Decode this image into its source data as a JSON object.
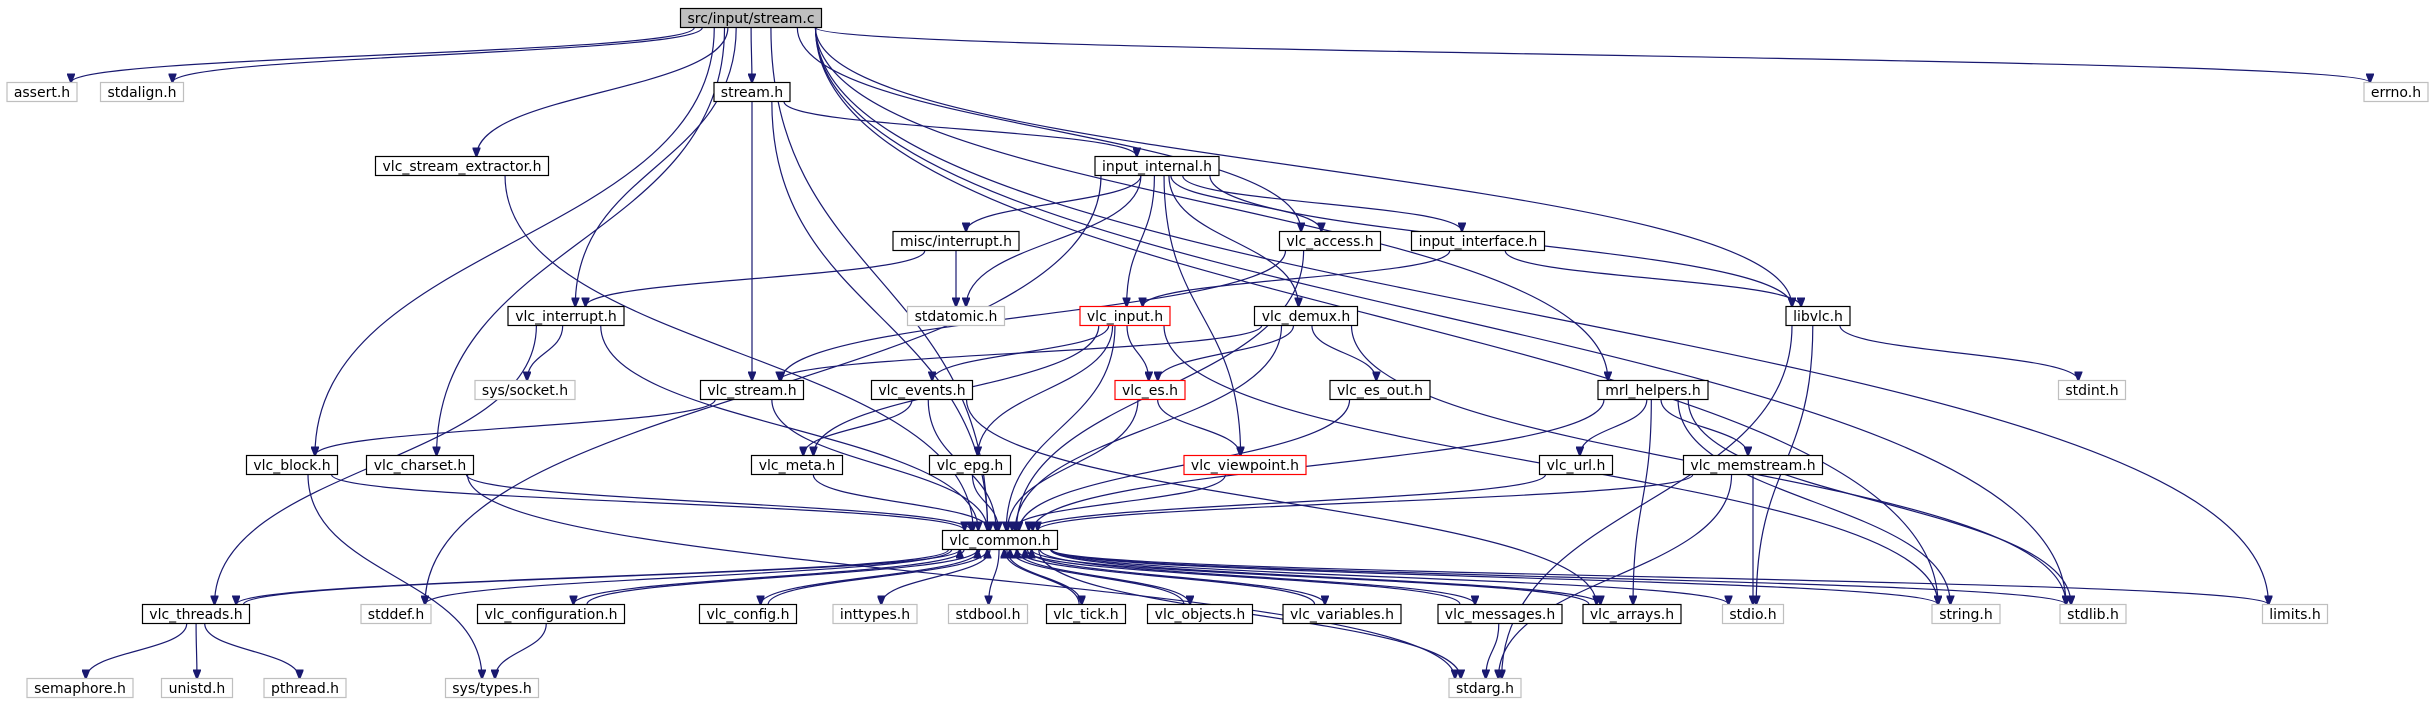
{
  "colors": {
    "edge": "#191970",
    "documented_border": "#000000",
    "undocumented_border": "#bfbfbf",
    "truncated_border": "#ff0000",
    "root_fill": "#bfbfbf",
    "background": "#ffffff"
  },
  "nodes": [
    {
      "id": "root",
      "label": "src/input/stream.c",
      "kind": "root"
    },
    {
      "id": "assert",
      "label": "assert.h",
      "kind": "missing"
    },
    {
      "id": "stdalign",
      "label": "stdalign.h",
      "kind": "missing"
    },
    {
      "id": "stream_h",
      "label": "stream.h",
      "kind": "normal"
    },
    {
      "id": "errno",
      "label": "errno.h",
      "kind": "missing"
    },
    {
      "id": "vlc_stream_extractor",
      "label": "vlc_stream_extractor.h",
      "kind": "normal"
    },
    {
      "id": "input_internal",
      "label": "input_internal.h",
      "kind": "normal"
    },
    {
      "id": "misc_interrupt",
      "label": "misc/interrupt.h",
      "kind": "normal"
    },
    {
      "id": "vlc_access",
      "label": "vlc_access.h",
      "kind": "normal"
    },
    {
      "id": "input_interface",
      "label": "input_interface.h",
      "kind": "normal"
    },
    {
      "id": "vlc_interrupt",
      "label": "vlc_interrupt.h",
      "kind": "normal"
    },
    {
      "id": "stdatomic",
      "label": "stdatomic.h",
      "kind": "missing"
    },
    {
      "id": "vlc_input",
      "label": "vlc_input.h",
      "kind": "truncated"
    },
    {
      "id": "vlc_demux",
      "label": "vlc_demux.h",
      "kind": "normal"
    },
    {
      "id": "libvlc",
      "label": "libvlc.h",
      "kind": "normal"
    },
    {
      "id": "sys_socket",
      "label": "sys/socket.h",
      "kind": "missing"
    },
    {
      "id": "stdint",
      "label": "stdint.h",
      "kind": "missing"
    },
    {
      "id": "vlc_stream",
      "label": "vlc_stream.h",
      "kind": "normal"
    },
    {
      "id": "vlc_events",
      "label": "vlc_events.h",
      "kind": "normal"
    },
    {
      "id": "vlc_es",
      "label": "vlc_es.h",
      "kind": "truncated"
    },
    {
      "id": "vlc_es_out",
      "label": "vlc_es_out.h",
      "kind": "normal"
    },
    {
      "id": "mrl_helpers",
      "label": "mrl_helpers.h",
      "kind": "normal"
    },
    {
      "id": "vlc_block",
      "label": "vlc_block.h",
      "kind": "normal"
    },
    {
      "id": "vlc_charset",
      "label": "vlc_charset.h",
      "kind": "normal"
    },
    {
      "id": "vlc_meta",
      "label": "vlc_meta.h",
      "kind": "normal"
    },
    {
      "id": "vlc_epg",
      "label": "vlc_epg.h",
      "kind": "normal"
    },
    {
      "id": "vlc_viewpoint",
      "label": "vlc_viewpoint.h",
      "kind": "truncated"
    },
    {
      "id": "vlc_url",
      "label": "vlc_url.h",
      "kind": "normal"
    },
    {
      "id": "vlc_memstream",
      "label": "vlc_memstream.h",
      "kind": "normal"
    },
    {
      "id": "vlc_common",
      "label": "vlc_common.h",
      "kind": "normal"
    },
    {
      "id": "vlc_threads",
      "label": "vlc_threads.h",
      "kind": "normal"
    },
    {
      "id": "stddef",
      "label": "stddef.h",
      "kind": "missing"
    },
    {
      "id": "vlc_configuration",
      "label": "vlc_configuration.h",
      "kind": "normal"
    },
    {
      "id": "vlc_config",
      "label": "vlc_config.h",
      "kind": "normal"
    },
    {
      "id": "inttypes",
      "label": "inttypes.h",
      "kind": "missing"
    },
    {
      "id": "stdbool",
      "label": "stdbool.h",
      "kind": "missing"
    },
    {
      "id": "vlc_tick",
      "label": "vlc_tick.h",
      "kind": "normal"
    },
    {
      "id": "vlc_objects",
      "label": "vlc_objects.h",
      "kind": "normal"
    },
    {
      "id": "vlc_variables",
      "label": "vlc_variables.h",
      "kind": "normal"
    },
    {
      "id": "vlc_messages",
      "label": "vlc_messages.h",
      "kind": "normal"
    },
    {
      "id": "vlc_arrays",
      "label": "vlc_arrays.h",
      "kind": "normal"
    },
    {
      "id": "stdio",
      "label": "stdio.h",
      "kind": "missing"
    },
    {
      "id": "string",
      "label": "string.h",
      "kind": "missing"
    },
    {
      "id": "stdlib",
      "label": "stdlib.h",
      "kind": "missing"
    },
    {
      "id": "limits",
      "label": "limits.h",
      "kind": "missing"
    },
    {
      "id": "semaphore",
      "label": "semaphore.h",
      "kind": "missing"
    },
    {
      "id": "unistd",
      "label": "unistd.h",
      "kind": "missing"
    },
    {
      "id": "pthread",
      "label": "pthread.h",
      "kind": "missing"
    },
    {
      "id": "sys_types",
      "label": "sys/types.h",
      "kind": "missing"
    },
    {
      "id": "stdarg",
      "label": "stdarg.h",
      "kind": "missing"
    }
  ],
  "edges": [
    [
      "root",
      "assert"
    ],
    [
      "root",
      "stdalign"
    ],
    [
      "root",
      "stream_h"
    ],
    [
      "root",
      "errno"
    ],
    [
      "root",
      "vlc_stream_extractor"
    ],
    [
      "root",
      "vlc_access"
    ],
    [
      "root",
      "vlc_interrupt"
    ],
    [
      "root",
      "libvlc"
    ],
    [
      "root",
      "vlc_block"
    ],
    [
      "root",
      "vlc_charset"
    ],
    [
      "root",
      "vlc_common"
    ],
    [
      "root",
      "mrl_helpers"
    ],
    [
      "root",
      "string"
    ],
    [
      "root",
      "stdlib"
    ],
    [
      "root",
      "limits"
    ],
    [
      "stream_h",
      "input_internal"
    ],
    [
      "stream_h",
      "vlc_stream"
    ],
    [
      "stream_h",
      "vlc_common"
    ],
    [
      "vlc_stream_extractor",
      "vlc_common"
    ],
    [
      "input_internal",
      "misc_interrupt"
    ],
    [
      "input_internal",
      "vlc_access"
    ],
    [
      "input_internal",
      "input_interface"
    ],
    [
      "input_internal",
      "stdatomic"
    ],
    [
      "input_internal",
      "vlc_input"
    ],
    [
      "input_internal",
      "vlc_demux"
    ],
    [
      "input_internal",
      "libvlc"
    ],
    [
      "input_internal",
      "vlc_viewpoint"
    ],
    [
      "input_internal",
      "stddef"
    ],
    [
      "misc_interrupt",
      "vlc_interrupt"
    ],
    [
      "misc_interrupt",
      "stdatomic"
    ],
    [
      "vlc_access",
      "vlc_stream"
    ],
    [
      "vlc_access",
      "vlc_common"
    ],
    [
      "input_interface",
      "vlc_input"
    ],
    [
      "input_interface",
      "libvlc"
    ],
    [
      "vlc_interrupt",
      "sys_socket"
    ],
    [
      "vlc_interrupt",
      "vlc_threads"
    ],
    [
      "vlc_interrupt",
      "vlc_common"
    ],
    [
      "vlc_input",
      "vlc_es"
    ],
    [
      "vlc_input",
      "vlc_events"
    ],
    [
      "vlc_input",
      "vlc_epg"
    ],
    [
      "vlc_input",
      "vlc_meta"
    ],
    [
      "vlc_input",
      "vlc_common"
    ],
    [
      "vlc_input",
      "string"
    ],
    [
      "vlc_demux",
      "vlc_stream"
    ],
    [
      "vlc_demux",
      "vlc_es"
    ],
    [
      "vlc_demux",
      "vlc_es_out"
    ],
    [
      "vlc_demux",
      "vlc_common"
    ],
    [
      "vlc_demux",
      "stdlib"
    ],
    [
      "libvlc",
      "stdint"
    ],
    [
      "libvlc",
      "stdio"
    ],
    [
      "libvlc",
      "stdarg"
    ],
    [
      "vlc_stream",
      "vlc_block"
    ],
    [
      "vlc_stream",
      "vlc_common"
    ],
    [
      "vlc_events",
      "vlc_meta"
    ],
    [
      "vlc_events",
      "vlc_common"
    ],
    [
      "vlc_events",
      "vlc_arrays"
    ],
    [
      "vlc_es",
      "vlc_viewpoint"
    ],
    [
      "vlc_es",
      "vlc_common"
    ],
    [
      "vlc_es_out",
      "vlc_common"
    ],
    [
      "mrl_helpers",
      "vlc_url"
    ],
    [
      "mrl_helpers",
      "vlc_memstream"
    ],
    [
      "mrl_helpers",
      "vlc_arrays"
    ],
    [
      "mrl_helpers",
      "vlc_common"
    ],
    [
      "mrl_helpers",
      "string"
    ],
    [
      "mrl_helpers",
      "stdlib"
    ],
    [
      "vlc_block",
      "vlc_common"
    ],
    [
      "vlc_block",
      "sys_types"
    ],
    [
      "vlc_charset",
      "vlc_common"
    ],
    [
      "vlc_charset",
      "stdarg"
    ],
    [
      "vlc_meta",
      "vlc_common"
    ],
    [
      "vlc_epg",
      "vlc_common"
    ],
    [
      "vlc_viewpoint",
      "vlc_common"
    ],
    [
      "vlc_url",
      "vlc_common"
    ],
    [
      "vlc_memstream",
      "vlc_common"
    ],
    [
      "vlc_memstream",
      "stdio"
    ],
    [
      "vlc_memstream",
      "stdarg"
    ],
    [
      "vlc_common",
      "vlc_threads"
    ],
    [
      "vlc_common",
      "stddef"
    ],
    [
      "vlc_common",
      "vlc_configuration"
    ],
    [
      "vlc_common",
      "vlc_config"
    ],
    [
      "vlc_common",
      "inttypes"
    ],
    [
      "vlc_common",
      "stdbool"
    ],
    [
      "vlc_common",
      "vlc_tick"
    ],
    [
      "vlc_common",
      "vlc_objects"
    ],
    [
      "vlc_common",
      "vlc_variables"
    ],
    [
      "vlc_common",
      "vlc_messages"
    ],
    [
      "vlc_common",
      "vlc_arrays"
    ],
    [
      "vlc_common",
      "stdio"
    ],
    [
      "vlc_common",
      "string"
    ],
    [
      "vlc_common",
      "stdlib"
    ],
    [
      "vlc_common",
      "limits"
    ],
    [
      "vlc_common",
      "stdarg"
    ],
    [
      "vlc_threads",
      "vlc_common"
    ],
    [
      "vlc_threads",
      "semaphore"
    ],
    [
      "vlc_threads",
      "unistd"
    ],
    [
      "vlc_threads",
      "pthread"
    ],
    [
      "vlc_configuration",
      "vlc_common"
    ],
    [
      "vlc_configuration",
      "sys_types"
    ],
    [
      "vlc_config",
      "vlc_common"
    ],
    [
      "vlc_tick",
      "vlc_common"
    ],
    [
      "vlc_objects",
      "vlc_common"
    ],
    [
      "vlc_variables",
      "vlc_common"
    ],
    [
      "vlc_messages",
      "vlc_common"
    ],
    [
      "vlc_messages",
      "stdarg"
    ],
    [
      "vlc_arrays",
      "vlc_common"
    ]
  ]
}
